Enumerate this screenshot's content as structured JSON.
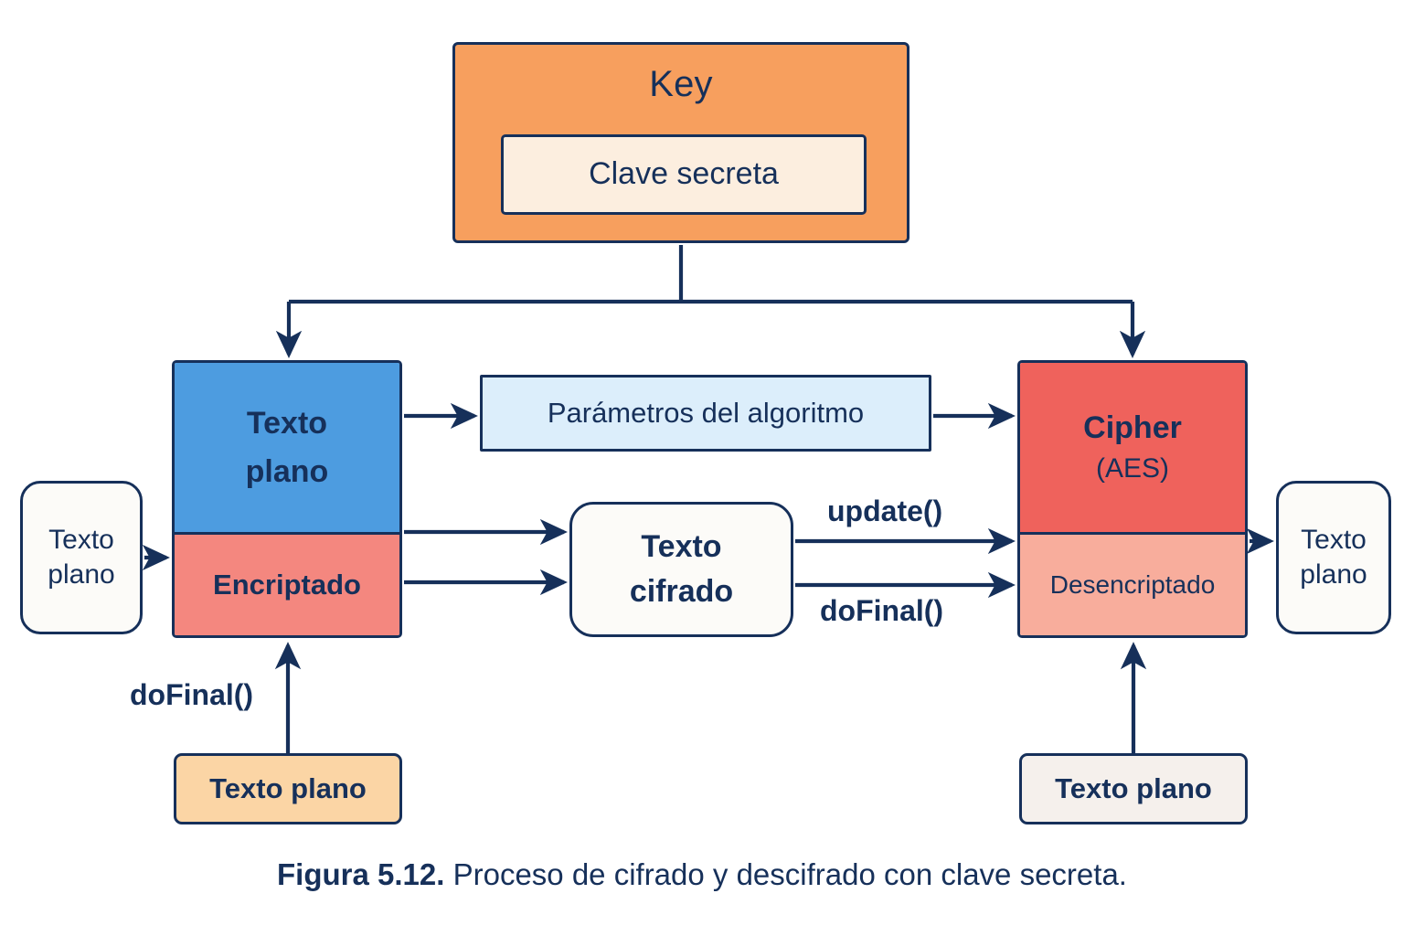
{
  "figure": {
    "caption_bold": "Figura 5.12.",
    "caption_text": " Proceso de cifrado y descifrado con clave secreta."
  },
  "colors": {
    "stroke": "#16305a",
    "key_orange": "#F79F5E",
    "key_inner_cream": "#FCEEDF",
    "plaintext_blue": "#4D9CE0",
    "encrypted_salmon": "#F4877F",
    "params_light_blue": "#DCEEFB",
    "cipher_red": "#EF625C",
    "decrypted_light_salmon": "#F8AD9C",
    "bottom_left_peach": "#FBD5A5",
    "bottom_right_grey": "#F5F0EC",
    "white_box": "#FCFBF8",
    "background": "#FFFFFF"
  },
  "nodes": {
    "key": {
      "title": "Key",
      "inner_label": "Clave secreta"
    },
    "source_left": {
      "label": "Texto\nplano",
      "line1": "Texto",
      "line2": "plano"
    },
    "encrypt_stack": {
      "upper_line1": "Texto",
      "upper_line2": "plano",
      "lower_label": "Encriptado"
    },
    "params": {
      "label": "Parámetros del algoritmo"
    },
    "ciphertext": {
      "line1": "Texto",
      "line2": "cifrado"
    },
    "decrypt_stack": {
      "upper_title": "Cipher",
      "upper_subtitle": "(AES)",
      "lower_label": "Desencriptado"
    },
    "output_right": {
      "line1": "Texto",
      "line2": "plano"
    },
    "bottom_left": {
      "label": "Texto plano"
    },
    "bottom_right": {
      "label": "Texto plano"
    }
  },
  "edge_labels": {
    "update": "update()",
    "dofinal_right": "doFinal()",
    "dofinal_left": "doFinal()"
  }
}
